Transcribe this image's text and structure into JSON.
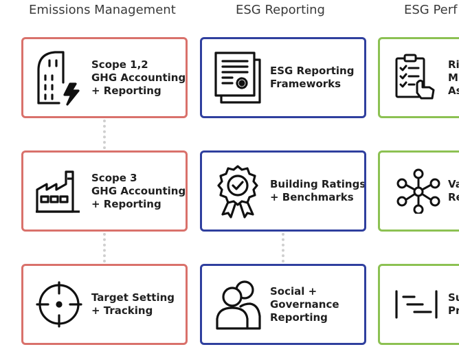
{
  "colors": {
    "emissions": "#d9716b",
    "esg_reporting": "#2f3f9e",
    "esg_performance": "#8cc152",
    "icon_stroke": "#111111",
    "connector": "#cfcfcf"
  },
  "columns": [
    {
      "title": "Emissions Management",
      "cards": [
        {
          "icon": "building-lightning-icon",
          "lines": [
            "Scope 1,2",
            "GHG Accounting",
            "+ Reporting"
          ]
        },
        {
          "icon": "factory-icon",
          "lines": [
            "Scope 3",
            "GHG Accounting",
            "+ Reporting"
          ]
        },
        {
          "icon": "crosshair-icon",
          "lines": [
            "Target Setting",
            "+ Tracking"
          ]
        }
      ]
    },
    {
      "title": "ESG Reporting",
      "cards": [
        {
          "icon": "certificate-document-icon",
          "lines": [
            "ESG Reporting",
            "Frameworks"
          ]
        },
        {
          "icon": "award-badge-icon",
          "lines": [
            "Building Ratings",
            "+ Benchmarks"
          ]
        },
        {
          "icon": "people-icon",
          "lines": [
            "Social +",
            "Governance",
            "Reporting"
          ]
        }
      ]
    },
    {
      "title": "ESG Perf",
      "cards": [
        {
          "icon": "clipboard-checklist-icon",
          "lines": [
            "Ris",
            "M",
            "As"
          ]
        },
        {
          "icon": "network-nodes-icon",
          "lines": [
            "Va",
            "Re"
          ]
        },
        {
          "icon": "timeline-bars-icon",
          "lines": [
            "Sus",
            "Pro"
          ]
        }
      ]
    }
  ]
}
